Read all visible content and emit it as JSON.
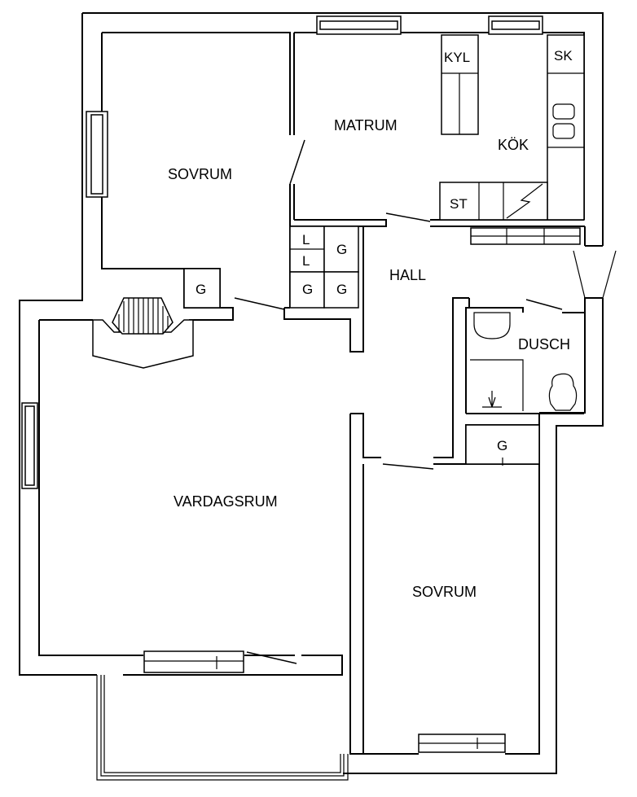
{
  "rooms": {
    "sovrum_1": "SOVRUM",
    "matrum": "MATRUM",
    "kok": "KÖK",
    "hall": "HALL",
    "dusch": "DUSCH",
    "vardagsrum": "VARDAGSRUM",
    "sovrum_2": "SOVRUM"
  },
  "fixtures": {
    "kyl": "KYL",
    "sk": "SK",
    "st": "ST",
    "l_upper": "L",
    "l_lower": "L",
    "g_closet_hall_top": "G",
    "g_closet_hall_bottom_left": "G",
    "g_closet_hall_bottom_right": "G",
    "g_closet_sovrum_1": "G",
    "g_closet_sovrum_2": "G"
  }
}
